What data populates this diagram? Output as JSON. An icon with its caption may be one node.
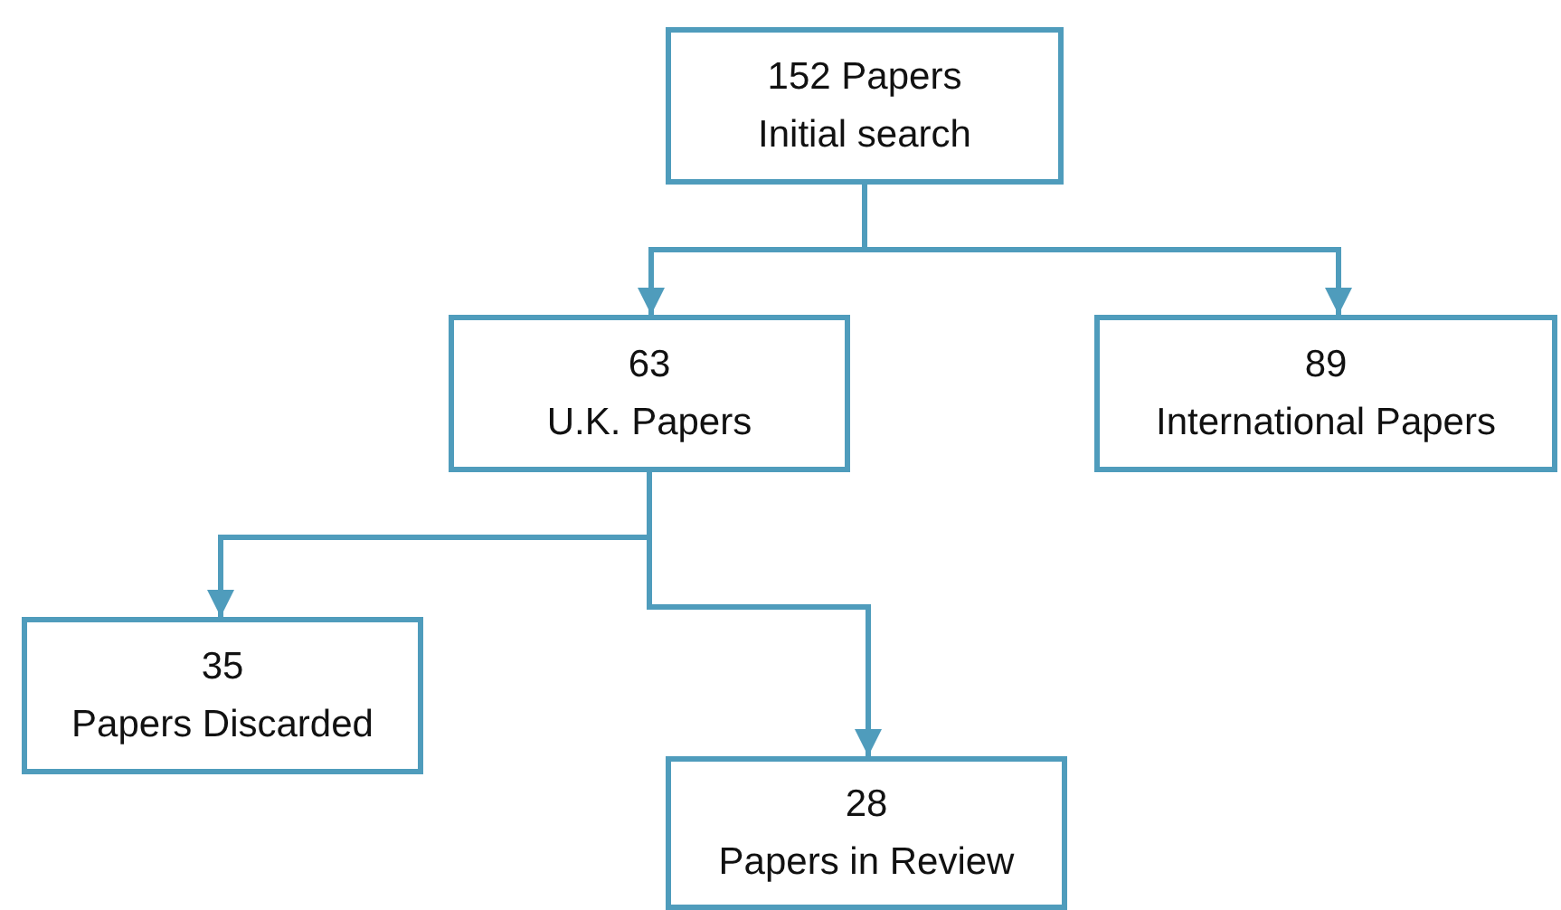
{
  "diagram": {
    "nodes": [
      {
        "text": [
          "152 Papers",
          "Initial search"
        ]
      },
      {
        "text": [
          "63",
          "U.K. Papers"
        ]
      },
      {
        "text": [
          "89",
          "International Papers"
        ]
      },
      {
        "text": [
          "35",
          "Papers Discarded"
        ]
      },
      {
        "text": [
          "28",
          "Papers in Review"
        ]
      }
    ],
    "edges": [
      {
        "from": 0,
        "to": 1,
        "arrow": "to"
      },
      {
        "from": 0,
        "to": 2,
        "arrow": "to"
      },
      {
        "from": 1,
        "to": 3,
        "arrow": "to"
      },
      {
        "from": 1,
        "to": 4,
        "arrow": "to"
      }
    ]
  }
}
